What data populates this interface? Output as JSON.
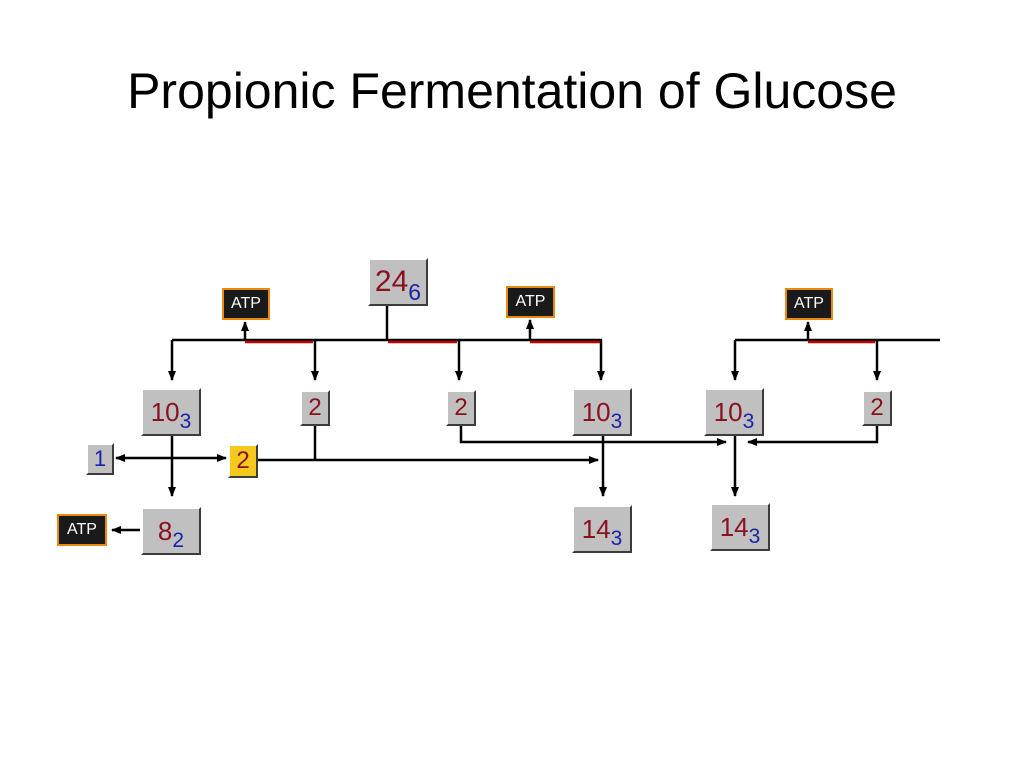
{
  "title": "Propionic Fermentation of Glucose",
  "colors": {
    "number": "#8b1020",
    "subscript": "#1a22a8",
    "highlight": "#f4c81c",
    "atp_border": "#e88a10",
    "red_segment": "#c00000"
  },
  "nodes": {
    "top": {
      "num": "24",
      "sub": "6"
    },
    "r1": {
      "num": "10",
      "sub": "3"
    },
    "r2": {
      "num": "2"
    },
    "r3": {
      "num": "2"
    },
    "r4": {
      "num": "10",
      "sub": "3"
    },
    "r5": {
      "num": "10",
      "sub": "3"
    },
    "r6": {
      "num": "2"
    },
    "one": {
      "num": "1"
    },
    "yellow": {
      "num": "2"
    },
    "b1": {
      "num": "8",
      "sub": "2"
    },
    "b2": {
      "num": "14",
      "sub": "3"
    },
    "b3": {
      "num": "14",
      "sub": "3"
    }
  },
  "atp_label": "ATP"
}
